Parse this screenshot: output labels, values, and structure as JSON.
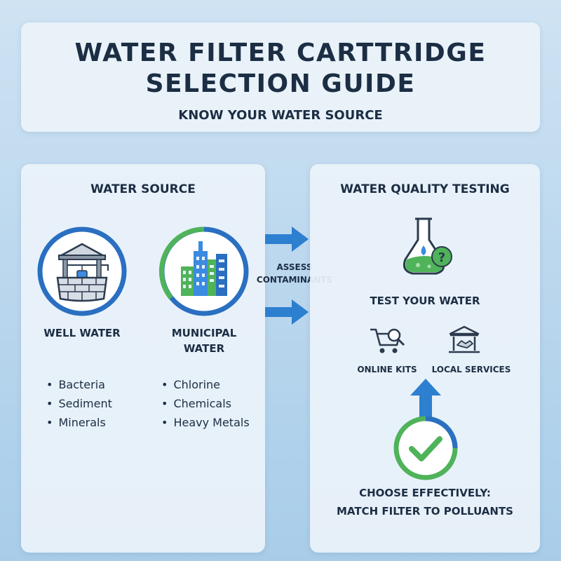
{
  "header": {
    "title_line1": "WATER FILTER CARTTRIDGE",
    "title_line2": "SELECTION GUIDE",
    "subtitle": "KNOW YOUR WATER SOURCE"
  },
  "water_source": {
    "heading": "WATER SOURCE",
    "well": {
      "label": "WELL WATER",
      "icon": "well-icon",
      "contaminants": [
        "Bacteria",
        "Sediment",
        "Minerals"
      ]
    },
    "municipal": {
      "label_line1": "MUNICIPAL",
      "label_line2": "WATER",
      "icon": "city-buildings-icon",
      "contaminants": [
        "Chlorine",
        "Chemicals",
        "Heavy Metals"
      ]
    }
  },
  "connector": {
    "label_line1": "ASSESS",
    "label_line2": "CONTAMINANTS"
  },
  "testing": {
    "heading": "WATER QUALITY TESTING",
    "test_label": "TEST YOUR WATER",
    "online_kits": "ONLINE KITS",
    "local_services": "LOCAL SERVICES",
    "result_line1": "CHOOSE EFFECTIVELY:",
    "result_line2": "MATCH FILTER TO POLLUANTS"
  },
  "colors": {
    "navy": "#1c2e44",
    "blue": "#2a6fc1",
    "green": "#4fb35a",
    "arrow_blue": "#2d7fd0"
  }
}
